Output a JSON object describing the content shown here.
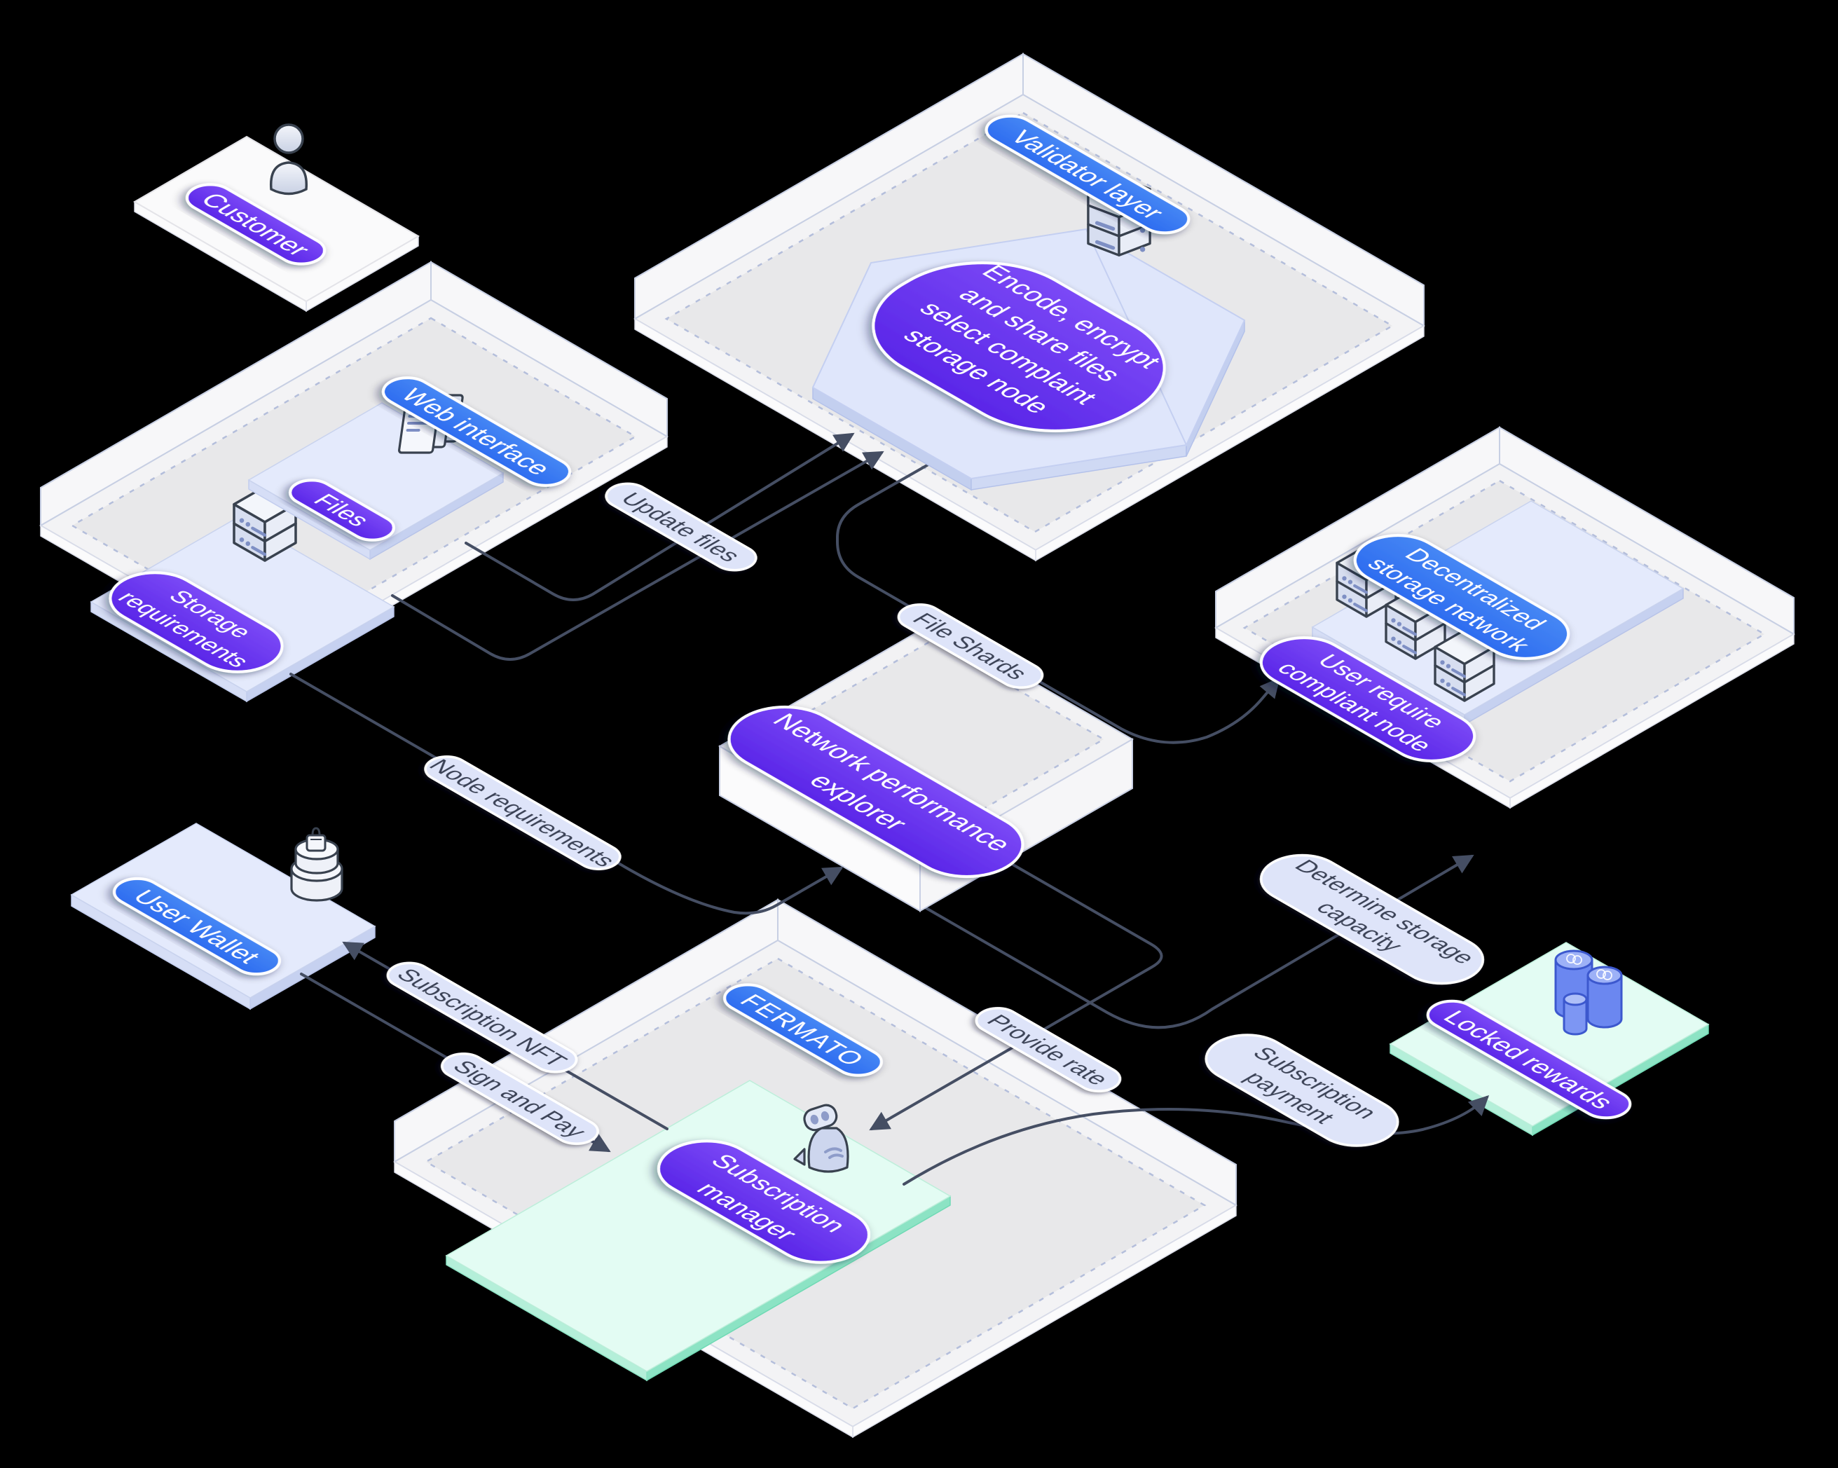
{
  "diagram": {
    "title_hint": "Isometric decentralized storage subscription flow",
    "colors": {
      "background": "#000000",
      "blue_pill": "#3e7cf0",
      "purple_pill": "#6a38f0",
      "edge_label_bg": "#dee4f9",
      "edge_label_text": "#3a4256",
      "connector": "#454e63",
      "mint_platform": "#e3fcf3",
      "lavender_platform": "#e4eafc"
    },
    "nodes": {
      "customer": {
        "label": "Customer"
      },
      "web_interface": {
        "label": "Web interface"
      },
      "files": {
        "label": "Files"
      },
      "storage_requirements": {
        "l1": "Storage",
        "l2": "requirements"
      },
      "validator_layer": {
        "label": "Validator layer"
      },
      "encode": {
        "l1": "Encode, encrypt",
        "l2": "and share files",
        "l3": "select complaint",
        "l4": "storage node"
      },
      "decentralized": {
        "l1": "Decentralized",
        "l2": "storage network"
      },
      "user_require": {
        "l1": "User require",
        "l2": "compliant node"
      },
      "explorer": {
        "l1": "Network performance",
        "l2": "explorer"
      },
      "user_wallet": {
        "label": "User Wallet"
      },
      "fermato": {
        "label": "FERMATO"
      },
      "subscription_manager": {
        "l1": "Subscription",
        "l2": "manager"
      },
      "locked_rewards": {
        "label": "Locked rewards"
      }
    },
    "edges": {
      "update_files": {
        "label": "Update files"
      },
      "file_shards": {
        "label": "File Shards"
      },
      "node_requirements": {
        "label": "Node requirements"
      },
      "subscription_nft": {
        "label": "Subscription NFT"
      },
      "sign_and_pay": {
        "label": "Sign and Pay"
      },
      "provide_rate": {
        "label": "Provide rate"
      },
      "determine_storage": {
        "l1": "Determine storage",
        "l2": "capacity"
      },
      "subscription_payment": {
        "l1": "Subscription",
        "l2": "payment"
      }
    },
    "icons": {
      "person": "customer person figure",
      "documents": "stacked files",
      "server": "storage server box",
      "hex_server": "validator node server",
      "coins_bag": "wallet coins",
      "robot": "subscription bot",
      "blue_coins": "locked reward tokens"
    }
  }
}
